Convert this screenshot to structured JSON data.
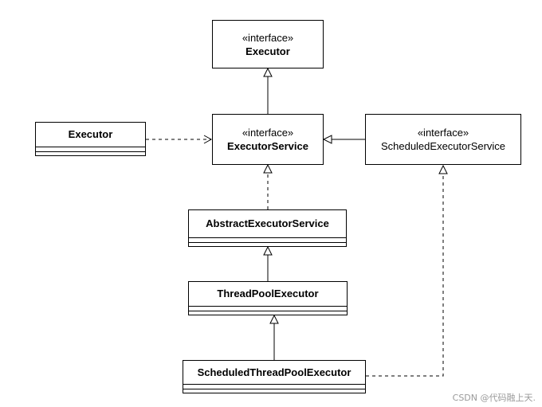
{
  "nodes": {
    "executor_interface": {
      "stereotype": "«interface»",
      "name": "Executor"
    },
    "executor_class": {
      "name": "Executor"
    },
    "executor_service": {
      "stereotype": "«interface»",
      "name": "ExecutorService"
    },
    "scheduled_executor_service": {
      "stereotype": "«interface»",
      "name": "ScheduledExecutorService"
    },
    "abstract_executor_service": {
      "name": "AbstractExecutorService"
    },
    "thread_pool_executor": {
      "name": "ThreadPoolExecutor"
    },
    "scheduled_thread_pool_executor": {
      "name": "ScheduledThreadPoolExecutor"
    }
  },
  "relations": [
    {
      "from": "executor_service",
      "to": "executor_interface",
      "kind": "generalization"
    },
    {
      "from": "executor_class",
      "to": "executor_service",
      "kind": "dependency"
    },
    {
      "from": "scheduled_executor_service",
      "to": "executor_service",
      "kind": "generalization"
    },
    {
      "from": "abstract_executor_service",
      "to": "executor_service",
      "kind": "realization"
    },
    {
      "from": "thread_pool_executor",
      "to": "abstract_executor_service",
      "kind": "generalization"
    },
    {
      "from": "scheduled_thread_pool_executor",
      "to": "thread_pool_executor",
      "kind": "generalization"
    },
    {
      "from": "scheduled_thread_pool_executor",
      "to": "scheduled_executor_service",
      "kind": "realization"
    }
  ],
  "watermark": "CSDN @代码融上天."
}
